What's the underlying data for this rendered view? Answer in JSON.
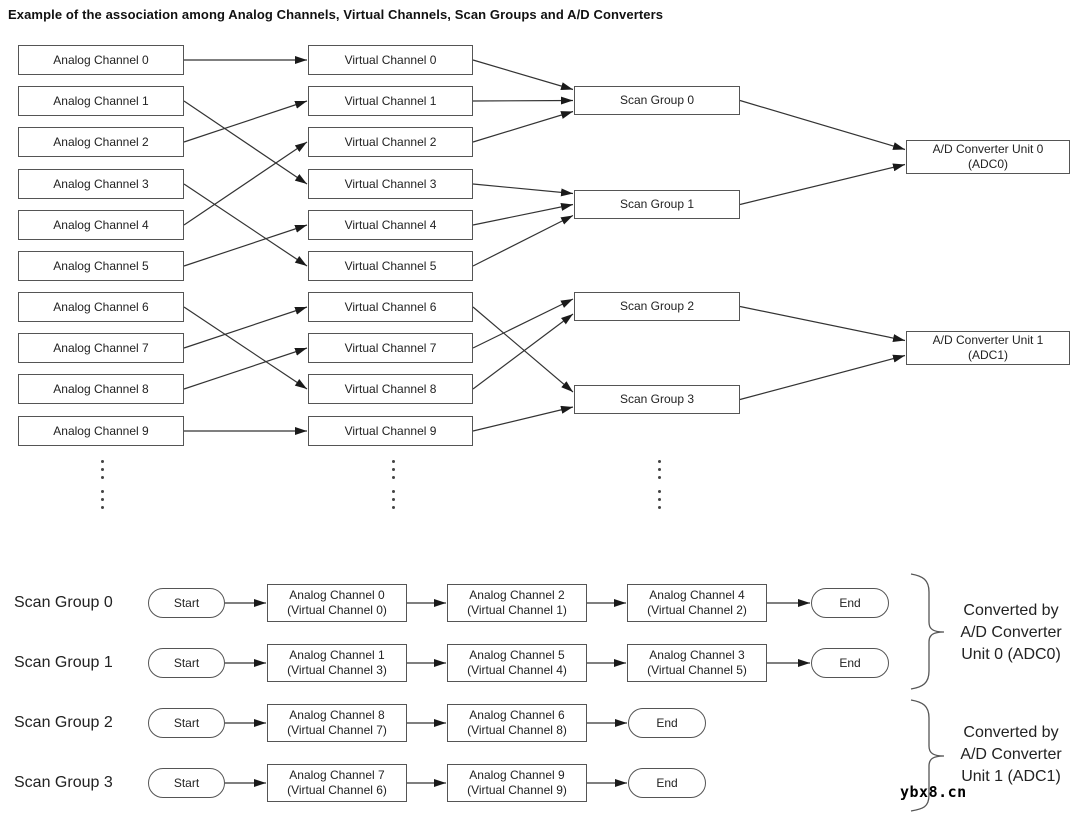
{
  "title": "Example of the association among Analog Channels, Virtual Channels, Scan Groups and A/D Converters",
  "watermark": "ybx8.cn",
  "diagram": {
    "analog_channels": [
      "Analog Channel 0",
      "Analog Channel 1",
      "Analog Channel 2",
      "Analog Channel 3",
      "Analog Channel 4",
      "Analog Channel 5",
      "Analog Channel 6",
      "Analog Channel 7",
      "Analog Channel 8",
      "Analog Channel 9"
    ],
    "virtual_channels": [
      "Virtual Channel 0",
      "Virtual Channel 1",
      "Virtual Channel 2",
      "Virtual Channel 3",
      "Virtual Channel 4",
      "Virtual Channel 5",
      "Virtual Channel 6",
      "Virtual Channel 7",
      "Virtual Channel 8",
      "Virtual Channel 9"
    ],
    "scan_groups": [
      "Scan Group 0",
      "Scan Group 1",
      "Scan Group 2",
      "Scan Group 3"
    ],
    "adc_units": [
      {
        "line1": "A/D Converter Unit 0",
        "line2": "(ADC0)"
      },
      {
        "line1": "A/D Converter Unit 1",
        "line2": "(ADC1)"
      }
    ]
  },
  "flow": {
    "rows": [
      {
        "label": "Scan Group 0",
        "start": "Start",
        "end": "End",
        "steps": [
          {
            "line1": "Analog Channel 0",
            "line2": "(Virtual Channel 0)"
          },
          {
            "line1": "Analog Channel 2",
            "line2": "(Virtual Channel 1)"
          },
          {
            "line1": "Analog Channel 4",
            "line2": "(Virtual Channel 2)"
          }
        ]
      },
      {
        "label": "Scan Group 1",
        "start": "Start",
        "end": "End",
        "steps": [
          {
            "line1": "Analog Channel 1",
            "line2": "(Virtual Channel 3)"
          },
          {
            "line1": "Analog Channel 5",
            "line2": "(Virtual Channel 4)"
          },
          {
            "line1": "Analog Channel 3",
            "line2": "(Virtual Channel 5)"
          }
        ]
      },
      {
        "label": "Scan Group 2",
        "start": "Start",
        "end": "End",
        "steps": [
          {
            "line1": "Analog Channel 8",
            "line2": "(Virtual Channel 7)"
          },
          {
            "line1": "Analog Channel 6",
            "line2": "(Virtual Channel 8)"
          }
        ]
      },
      {
        "label": "Scan Group 3",
        "start": "Start",
        "end": "End",
        "steps": [
          {
            "line1": "Analog Channel 7",
            "line2": "(Virtual Channel 6)"
          },
          {
            "line1": "Analog Channel 9",
            "line2": "(Virtual Channel 9)"
          }
        ]
      }
    ]
  },
  "legends": [
    {
      "lines": [
        "Converted by",
        "A/D Converter",
        "Unit 0 (ADC0)"
      ]
    },
    {
      "lines": [
        "Converted by",
        "A/D Converter",
        "Unit 1 (ADC1)"
      ]
    }
  ],
  "connections": [
    {
      "from": "ac0",
      "to": "vc0"
    },
    {
      "from": "ac1",
      "to": "vc3"
    },
    {
      "from": "ac2",
      "to": "vc1"
    },
    {
      "from": "ac3",
      "to": "vc5"
    },
    {
      "from": "ac4",
      "to": "vc2"
    },
    {
      "from": "ac5",
      "to": "vc4"
    },
    {
      "from": "ac6",
      "to": "vc8"
    },
    {
      "from": "ac7",
      "to": "vc6"
    },
    {
      "from": "ac8",
      "to": "vc7"
    },
    {
      "from": "ac9",
      "to": "vc9"
    },
    {
      "from": "vc0",
      "to": "sg0"
    },
    {
      "from": "vc1",
      "to": "sg0"
    },
    {
      "from": "vc2",
      "to": "sg0"
    },
    {
      "from": "vc3",
      "to": "sg1"
    },
    {
      "from": "vc4",
      "to": "sg1"
    },
    {
      "from": "vc5",
      "to": "sg1"
    },
    {
      "from": "vc6",
      "to": "sg3"
    },
    {
      "from": "vc7",
      "to": "sg2"
    },
    {
      "from": "vc8",
      "to": "sg2"
    },
    {
      "from": "vc9",
      "to": "sg3"
    },
    {
      "from": "sg0",
      "to": "adc0"
    },
    {
      "from": "sg1",
      "to": "adc0"
    },
    {
      "from": "sg2",
      "to": "adc1"
    },
    {
      "from": "sg3",
      "to": "adc1"
    },
    {
      "from": "r0start",
      "to": "r0s0"
    },
    {
      "from": "r0s0",
      "to": "r0s1"
    },
    {
      "from": "r0s1",
      "to": "r0s2"
    },
    {
      "from": "r0s2",
      "to": "r0end"
    },
    {
      "from": "r1start",
      "to": "r1s0"
    },
    {
      "from": "r1s0",
      "to": "r1s1"
    },
    {
      "from": "r1s1",
      "to": "r1s2"
    },
    {
      "from": "r1s2",
      "to": "r1end"
    },
    {
      "from": "r2start",
      "to": "r2s0"
    },
    {
      "from": "r2s0",
      "to": "r2s1"
    },
    {
      "from": "r2s1",
      "to": "r2end"
    },
    {
      "from": "r3start",
      "to": "r3s0"
    },
    {
      "from": "r3s0",
      "to": "r3s1"
    },
    {
      "from": "r3s1",
      "to": "r3end"
    }
  ]
}
